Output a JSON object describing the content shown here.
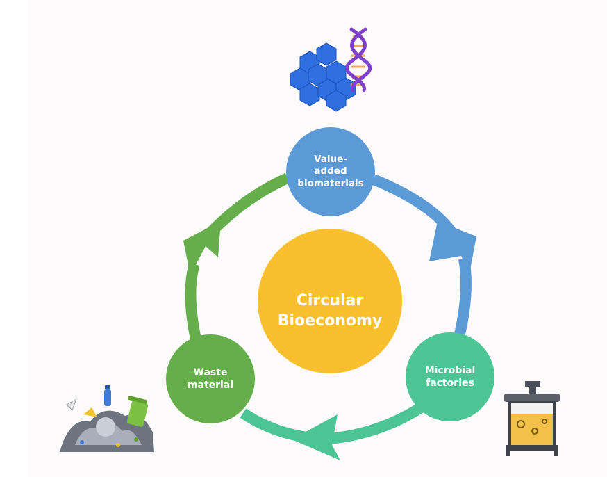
{
  "center": {
    "line1": "Circular",
    "line2": "Bioeconomy"
  },
  "nodes": {
    "top": {
      "line1": "Value-",
      "line2": "added",
      "line3": "biomaterials"
    },
    "right": {
      "line1": "Microbial",
      "line2": "factories"
    },
    "left": {
      "line1": "Waste",
      "line2": "material"
    }
  },
  "colors": {
    "background": "#FDFAFB",
    "center": "#F9BF2E",
    "top_node": "#5C9AD7",
    "right_node": "#4DC493",
    "left_node": "#66AD4C",
    "arrow_blue": "#5C9AD7",
    "arrow_teal": "#4DC493",
    "arrow_green": "#66AD4C"
  },
  "icons": [
    "dna-hexagon-icon",
    "bioreactor-icon",
    "waste-pile-icon"
  ]
}
